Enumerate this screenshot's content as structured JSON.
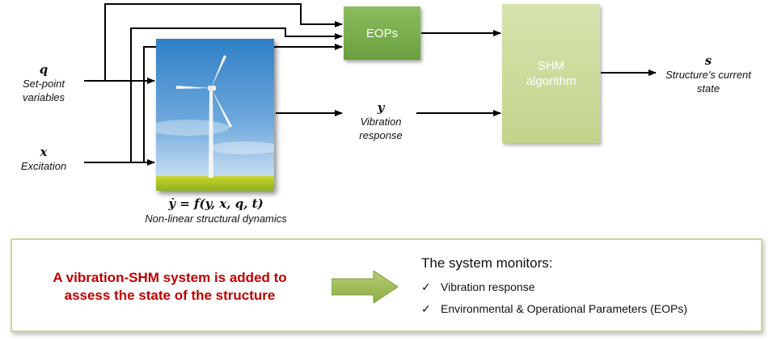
{
  "diagram": {
    "inputs": {
      "q": {
        "symbol": "q",
        "description_lines": [
          "Set-point",
          "variables"
        ]
      },
      "x": {
        "symbol": "x",
        "description": "Excitation"
      }
    },
    "plant": {
      "image": "wind-turbine-photo",
      "equation": "ẏ = f(y, x, q, t)",
      "caption": "Non-linear structural dynamics"
    },
    "eops_box": {
      "label": "EOPs",
      "color": "#7aae4e"
    },
    "shm_box": {
      "label_lines": [
        "SHM",
        "algorithm"
      ],
      "color": "#cddc9c"
    },
    "response": {
      "symbol": "y",
      "description_lines": [
        "Vibration",
        "response"
      ]
    },
    "output": {
      "symbol": "s",
      "description_lines": [
        "Structure's current",
        "state"
      ]
    }
  },
  "summary": {
    "notice_lines": [
      "A vibration-SHM system is added to",
      "assess the state of the structure"
    ],
    "notice_color": "#c00000",
    "monitor_title": "The system monitors:",
    "monitor_items": [
      "Vibration response",
      "Environmental & Operational Parameters (EOPs)"
    ],
    "check_glyph": "✓"
  }
}
